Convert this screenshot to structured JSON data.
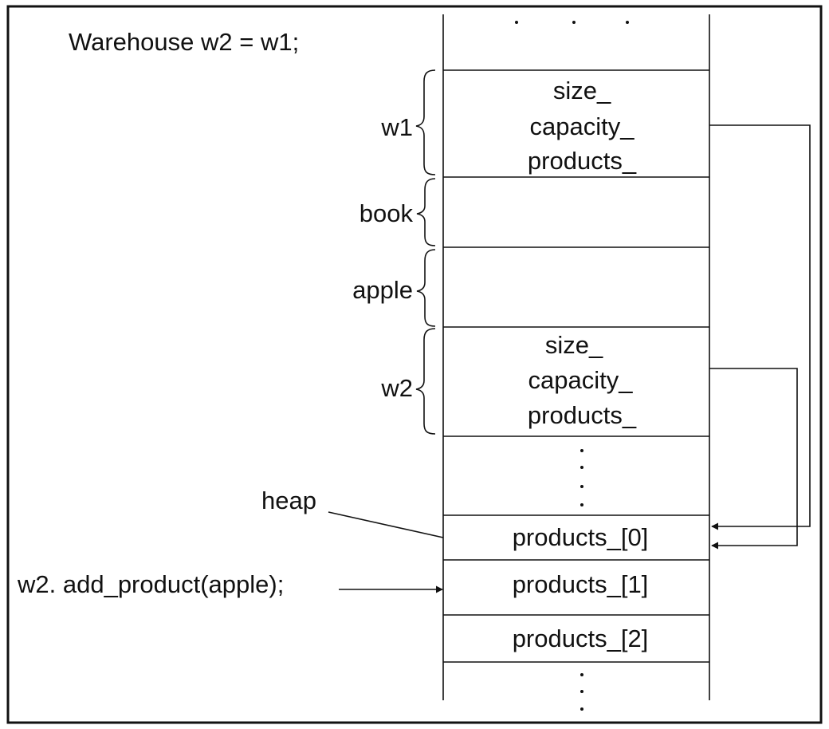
{
  "diagram": {
    "code_assign": "Warehouse w2 = w1;",
    "code_call": "w2. add_product(apple);",
    "heap_label": "heap",
    "frame_color": "#111111",
    "background": "#ffffff",
    "stack_blocks": [
      {
        "label": "w1",
        "fields": [
          "size_",
          "capacity_",
          "products_"
        ]
      },
      {
        "label": "book",
        "fields": []
      },
      {
        "label": "apple",
        "fields": []
      },
      {
        "label": "w2",
        "fields": [
          "size_",
          "capacity_",
          "products_"
        ]
      }
    ],
    "heap_cells": [
      "products_[0]",
      "products_[1]",
      "products_[2]"
    ]
  }
}
